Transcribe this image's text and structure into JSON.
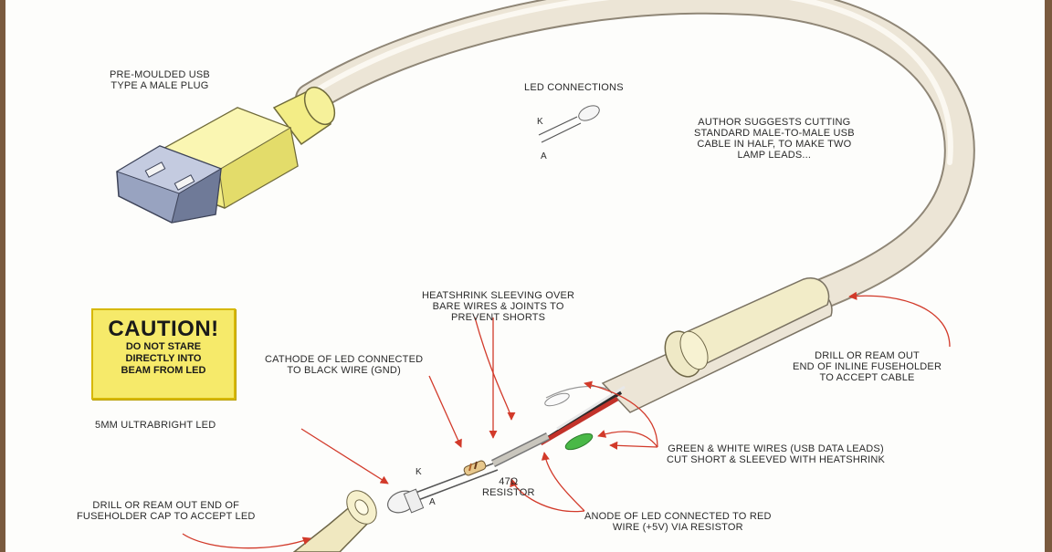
{
  "labels": {
    "usb_plug": [
      "PRE-MOULDED USB",
      "TYPE A MALE PLUG"
    ],
    "led_connections": "LED CONNECTIONS",
    "led_inset_k": "K",
    "led_inset_a": "A",
    "author": [
      "AUTHOR SUGGESTS CUTTING",
      "STANDARD MALE-TO-MALE USB",
      "CABLE IN HALF, TO MAKE TWO",
      "LAMP LEADS..."
    ],
    "heatshrink": [
      "HEATSHRINK SLEEVING OVER",
      "BARE WIRES & JOINTS TO",
      "PREVENT SHORTS"
    ],
    "cathode": [
      "CATHODE OF LED CONNECTED",
      "TO BLACK WIRE (GND)"
    ],
    "drill_fuse": [
      "DRILL OR REAM OUT",
      "END OF INLINE FUSEHOLDER",
      "TO ACCEPT CABLE"
    ],
    "led_5mm": "5mm ULTRABRIGHT LED",
    "green_white": [
      "GREEN & WHITE WIRES (USB DATA LEADS)",
      "CUT SHORT & SLEEVED WITH HEATSHRINK"
    ],
    "k_main": "K",
    "a_main": "A",
    "resistor": [
      "47Ω",
      "RESISTOR"
    ],
    "anode": [
      "ANODE OF LED CONNECTED TO RED",
      "WIRE (+5V) VIA RESISTOR"
    ],
    "drill_cap": [
      "DRILL OR REAM OUT END OF",
      "FUSEHOLDER CAP TO ACCEPT LED"
    ]
  },
  "caution": {
    "title": "CAUTION!",
    "lines": [
      "DO NOT STARE",
      "DIRECTLY INTO",
      "BEAM FROM LED"
    ]
  },
  "colors": {
    "cable": "#e8e0cf",
    "plug_body": "#f3ed86",
    "plug_metal": "#8c97b3",
    "caution_bg": "#f6ea6a",
    "arrow": "#d23a2a",
    "frame": "#7a5a3e"
  }
}
